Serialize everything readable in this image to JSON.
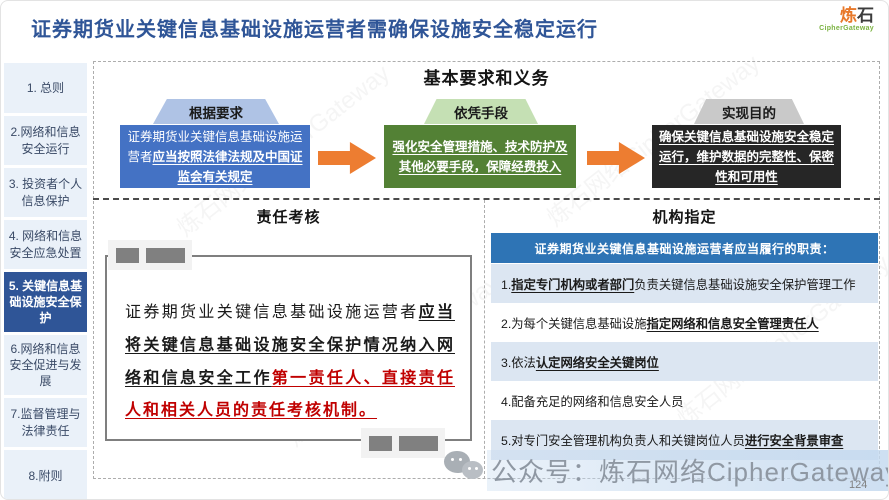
{
  "header": {
    "title": "证券期货业关键信息基础设施运营者需确保设施安全稳定运行",
    "logo_cn": "炼石",
    "logo_en": "CipherGateway"
  },
  "sidebar": {
    "items": [
      {
        "label": "1. 总则",
        "active": false
      },
      {
        "label": "2.网络和信息安全运行",
        "active": false
      },
      {
        "label": "3. 投资者个人信息保护",
        "active": false
      },
      {
        "label": "4. 网络和信息安全应急处置",
        "active": false
      },
      {
        "label": "5. 关键信息基础设施安全保护",
        "active": true
      },
      {
        "label": "6.网络和信息安全促进与发展",
        "active": false
      },
      {
        "label": "7.监督管理与法律责任",
        "active": false
      },
      {
        "label": "8.附则",
        "active": false
      }
    ]
  },
  "top_section": {
    "title": "基本要求和义务",
    "steps": [
      {
        "tag": "根据要求",
        "text_normal": "证券期货业关键信息基础设施运营者",
        "text_em": "应当按照法律法规及中国证监会有关规定"
      },
      {
        "tag": "依凭手段",
        "text_normal": "",
        "text_em": "强化安全管理措施、技术防护及其他必要手段，保障经费投入"
      },
      {
        "tag": "实现目的",
        "text_normal": "",
        "text_em": "确保关键信息基础设施安全稳定运行，维护数据的完整性、保密性和可用性"
      }
    ]
  },
  "assessment": {
    "title": "责任考核",
    "text_normal": "证券期货业关键信息基础设施运营者",
    "text_bold": "应当将关键信息基础设施安全保护情况纳入网络和信息安全工作",
    "text_red": "第一责任人、直接责任人和相关人员的责任考核机制。"
  },
  "duties": {
    "title": "机构指定",
    "header": "证券期货业关键信息基础设施运营者应当履行的职责：",
    "items": [
      {
        "pre": "1.",
        "em": "指定专门机构或者部门",
        "post": "负责关键信息基础设施安全保护管理工作"
      },
      {
        "pre": "2.为每个关键信息基础设施",
        "em": "指定网络和信息安全管理责任人",
        "post": ""
      },
      {
        "pre": "3.依法",
        "em": "认定网络安全关键岗位",
        "post": ""
      },
      {
        "pre": "4.配备充足的网络和信息安全人员",
        "em": "",
        "post": ""
      },
      {
        "pre": "5.对专门安全管理机构负责人和关键岗位人员",
        "em": "进行安全背景审查",
        "post": ""
      }
    ]
  },
  "footer": {
    "watermark": "公众号：炼石网络CipherGateway",
    "diag_watermark": "炼石网络CipherGateway",
    "page_number": "124"
  },
  "colors": {
    "title_blue": "#2F5597",
    "box_blue": "#4472C4",
    "box_green": "#538135",
    "box_black": "#262626",
    "arrow_orange": "#ED7D31",
    "duties_header_blue": "#2E74B5",
    "row_pale_blue": "#DCE6F2",
    "red_emphasis": "#C00000",
    "sidebar_active": "#2F5597"
  }
}
